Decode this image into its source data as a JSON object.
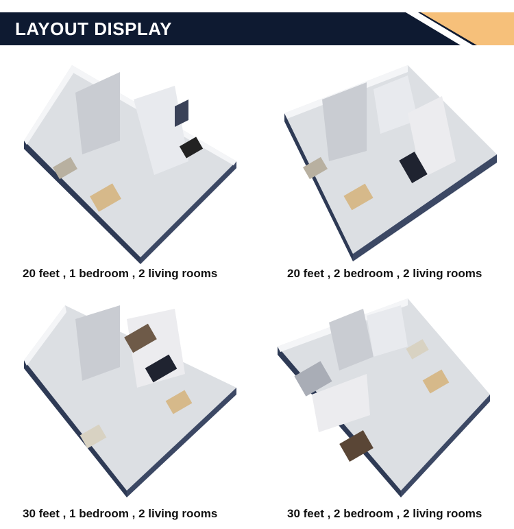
{
  "header": {
    "title": "LAYOUT DISPLAY",
    "accent_color": "#f6c07a",
    "bg_color": "#0e1a31"
  },
  "layouts": [
    {
      "caption": "20 feet , 1 bedroom , 2 living rooms"
    },
    {
      "caption": "20 feet , 2 bedroom , 2 living rooms"
    },
    {
      "caption": "30 feet , 1 bedroom , 2 living rooms"
    },
    {
      "caption": "30 feet , 2 bedroom , 2 living rooms"
    }
  ]
}
